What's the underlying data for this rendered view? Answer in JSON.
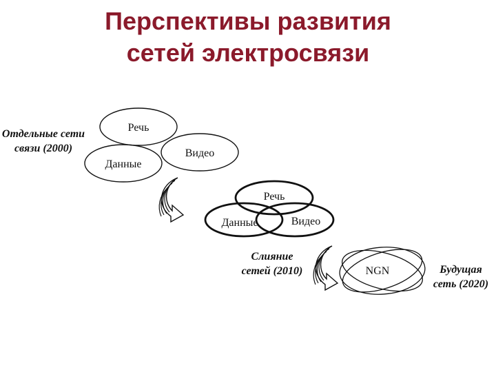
{
  "title": {
    "line1": "Перспективы развития",
    "line2": "сетей электросвязи"
  },
  "stage1": {
    "caption_line1": "Отдельные сети",
    "caption_line2": "связи (2000)",
    "speech": "Речь",
    "video": "Видео",
    "data": "Данные"
  },
  "stage2": {
    "caption_line1": "Слияние",
    "caption_line2": "сетей (2010)",
    "speech": "Речь",
    "data": "Данные",
    "video": "Видео"
  },
  "stage3": {
    "core": "NGN",
    "caption_line1": "Будущая",
    "caption_line2": "сеть (2020)"
  },
  "colors": {
    "title": "#8b1a2b",
    "stroke": "#111111",
    "arrow_fill": "#ffffff"
  },
  "icons": [
    "curved-arrow-icon"
  ]
}
